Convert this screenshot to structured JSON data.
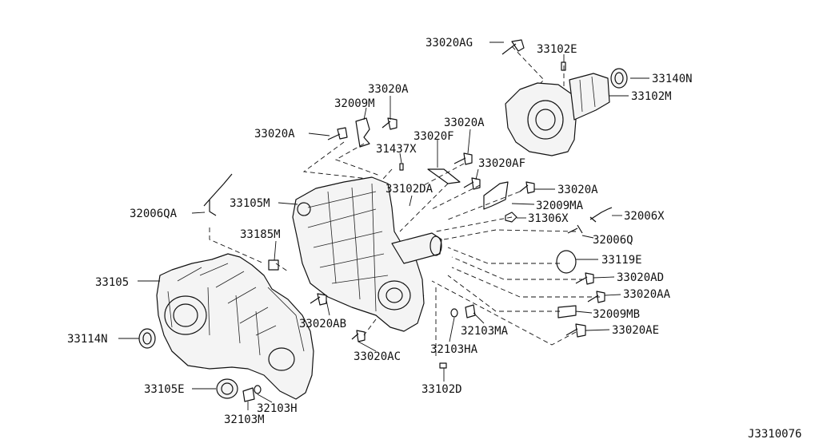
{
  "diagram_code": "J3310076",
  "labels": {
    "l_33020AG": "33020AG",
    "l_33102E": "33102E",
    "l_33140N": "33140N",
    "l_33102M": "33102M",
    "l_33020A_1": "33020A",
    "l_32009M": "32009M",
    "l_33020A_2": "33020A",
    "l_33020A_3": "33020A",
    "l_31437X": "31437X",
    "l_33020F": "33020F",
    "l_33020AF": "33020AF",
    "l_33102DA": "33102DA",
    "l_33020A_4": "33020A",
    "l_33105M": "33105M",
    "l_32009MA": "32009MA",
    "l_32006QA": "32006QA",
    "l_31306X": "31306X",
    "l_32006X": "32006X",
    "l_33185M": "33185M",
    "l_32006Q": "32006Q",
    "l_33119E": "33119E",
    "l_33105": "33105",
    "l_33020AD": "33020AD",
    "l_33020AA": "33020AA",
    "l_32009MB": "32009MB",
    "l_33020AB": "33020AB",
    "l_32103MA": "32103MA",
    "l_33020AE": "33020AE",
    "l_33114N": "33114N",
    "l_32103HA": "32103HA",
    "l_33020AC": "33020AC",
    "l_33105E": "33105E",
    "l_33102D": "33102D",
    "l_32103H": "32103H",
    "l_32103M": "32103M"
  }
}
